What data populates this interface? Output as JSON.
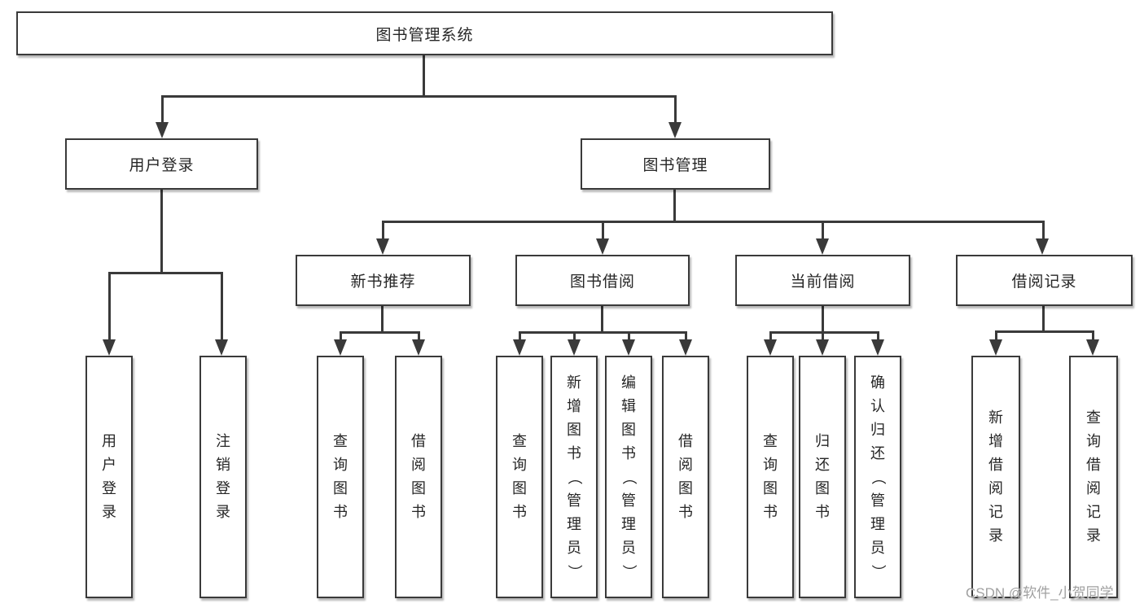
{
  "tree": {
    "label": "图书管理系统",
    "children": [
      {
        "label": "用户登录",
        "children": [
          {
            "label": "用户登录"
          },
          {
            "label": "注销登录"
          }
        ]
      },
      {
        "label": "图书管理",
        "children": [
          {
            "label": "新书推荐",
            "children": [
              {
                "label": "查询图书"
              },
              {
                "label": "借阅图书"
              }
            ]
          },
          {
            "label": "图书借阅",
            "children": [
              {
                "label": "查询图书"
              },
              {
                "label": "新增图书（管理员）"
              },
              {
                "label": "编辑图书（管理员）"
              },
              {
                "label": "借阅图书"
              }
            ]
          },
          {
            "label": "当前借阅",
            "children": [
              {
                "label": "查询图书"
              },
              {
                "label": "归还图书"
              },
              {
                "label": "确认归还（管理员）"
              }
            ]
          },
          {
            "label": "借阅记录",
            "children": [
              {
                "label": "新增借阅记录"
              },
              {
                "label": "查询借阅记录"
              }
            ]
          }
        ]
      }
    ]
  },
  "watermark": {
    "text": "CSDN @软件_小贺同学"
  },
  "colors": {
    "line": "#3a3a3a",
    "box_border": "#3a3a3a",
    "box_fill": "#ffffff",
    "text": "#262626",
    "watermark": "#a0a0a0",
    "background": "#ffffff"
  }
}
